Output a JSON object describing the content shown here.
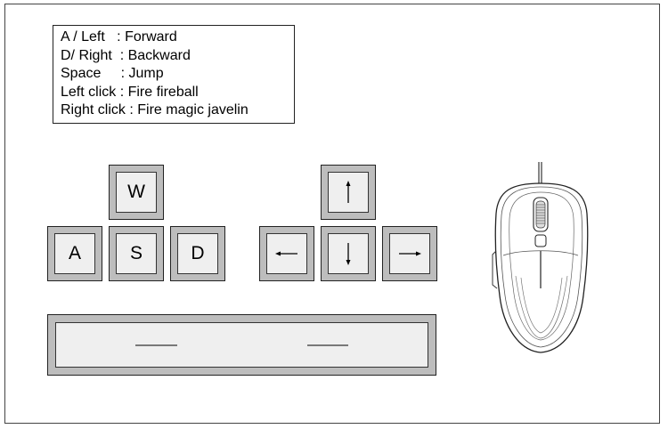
{
  "legend": [
    {
      "key": "A / Left   ",
      "sep": ":",
      "action": "Forward"
    },
    {
      "key": "D/ Right  ",
      "sep": ":",
      "action": "Backward"
    },
    {
      "key": "Space     ",
      "sep": ":",
      "action": "Jump"
    },
    {
      "key": "Left click ",
      "sep": ":",
      "action": "Fire fireball"
    },
    {
      "key": "Right click ",
      "sep": ":",
      "action": "Fire magic javelin"
    }
  ],
  "keys": {
    "w": "W",
    "a": "A",
    "s": "S",
    "d": "D"
  },
  "arrow_keys": {
    "up": "up-arrow-icon",
    "left": "left-arrow-icon",
    "down": "down-arrow-icon",
    "right": "right-arrow-icon"
  },
  "colors": {
    "key_edge": "#bdbdbd",
    "key_face": "#efefef",
    "outline": "#222222"
  }
}
